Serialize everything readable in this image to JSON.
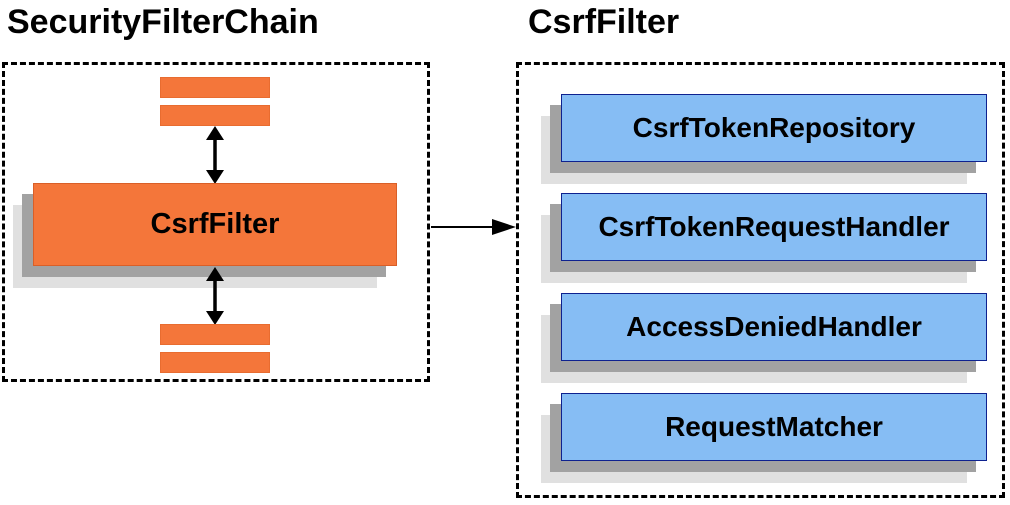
{
  "diagram": {
    "left_panel": {
      "title": "SecurityFilterChain",
      "filter_node_label": "CsrfFilter"
    },
    "right_panel": {
      "title": "CsrfFilter",
      "components": [
        {
          "label": "CsrfTokenRepository"
        },
        {
          "label": "CsrfTokenRequestHandler"
        },
        {
          "label": "AccessDeniedHandler"
        },
        {
          "label": "RequestMatcher"
        }
      ]
    },
    "colors": {
      "orange_fill": "#f4763a",
      "orange_border": "#d95f28",
      "blue_fill": "#86bdf4",
      "blue_border": "#0e218f",
      "shadow_dark": "#a2a2a2",
      "shadow_light": "#e0e0e0",
      "dashed_border": "#000000",
      "text": "#000000"
    }
  }
}
